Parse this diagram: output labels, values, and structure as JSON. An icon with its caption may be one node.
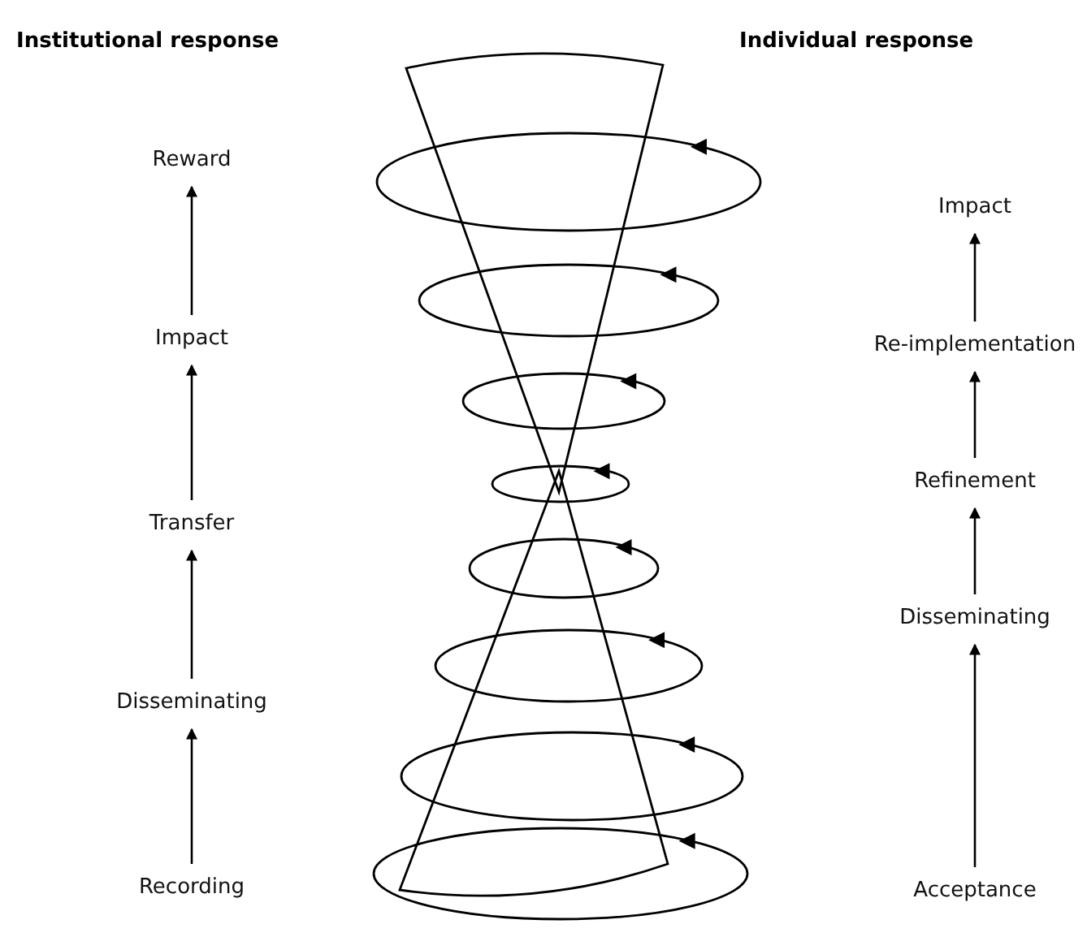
{
  "diagram": {
    "nodes": [
      {
        "text": [
          "Reward"
        ]
      },
      {
        "text": [
          "Impact"
        ]
      },
      {
        "text": [
          "Transfer"
        ]
      },
      {
        "text": [
          "Disseminating"
        ]
      },
      {
        "text": [
          "Recording"
        ]
      },
      {
        "text": [
          "Impact"
        ]
      },
      {
        "text": [
          "Re-implementation"
        ]
      },
      {
        "text": [
          "Refinement"
        ]
      },
      {
        "text": [
          "Disseminating"
        ]
      },
      {
        "text": [
          "Acceptance"
        ]
      }
    ],
    "edges": [
      {
        "from": 4,
        "to": 3,
        "arrow": "to"
      },
      {
        "from": 3,
        "to": 2,
        "arrow": "to"
      },
      {
        "from": 2,
        "to": 1,
        "arrow": "to"
      },
      {
        "from": 1,
        "to": 0,
        "arrow": "to"
      },
      {
        "from": 9,
        "to": 8,
        "arrow": "to"
      },
      {
        "from": 8,
        "to": 7,
        "arrow": "to"
      },
      {
        "from": 7,
        "to": 6,
        "arrow": "to"
      },
      {
        "from": 6,
        "to": 5,
        "arrow": "to"
      }
    ],
    "labels": [
      "Institutional response",
      "Individual response"
    ]
  }
}
